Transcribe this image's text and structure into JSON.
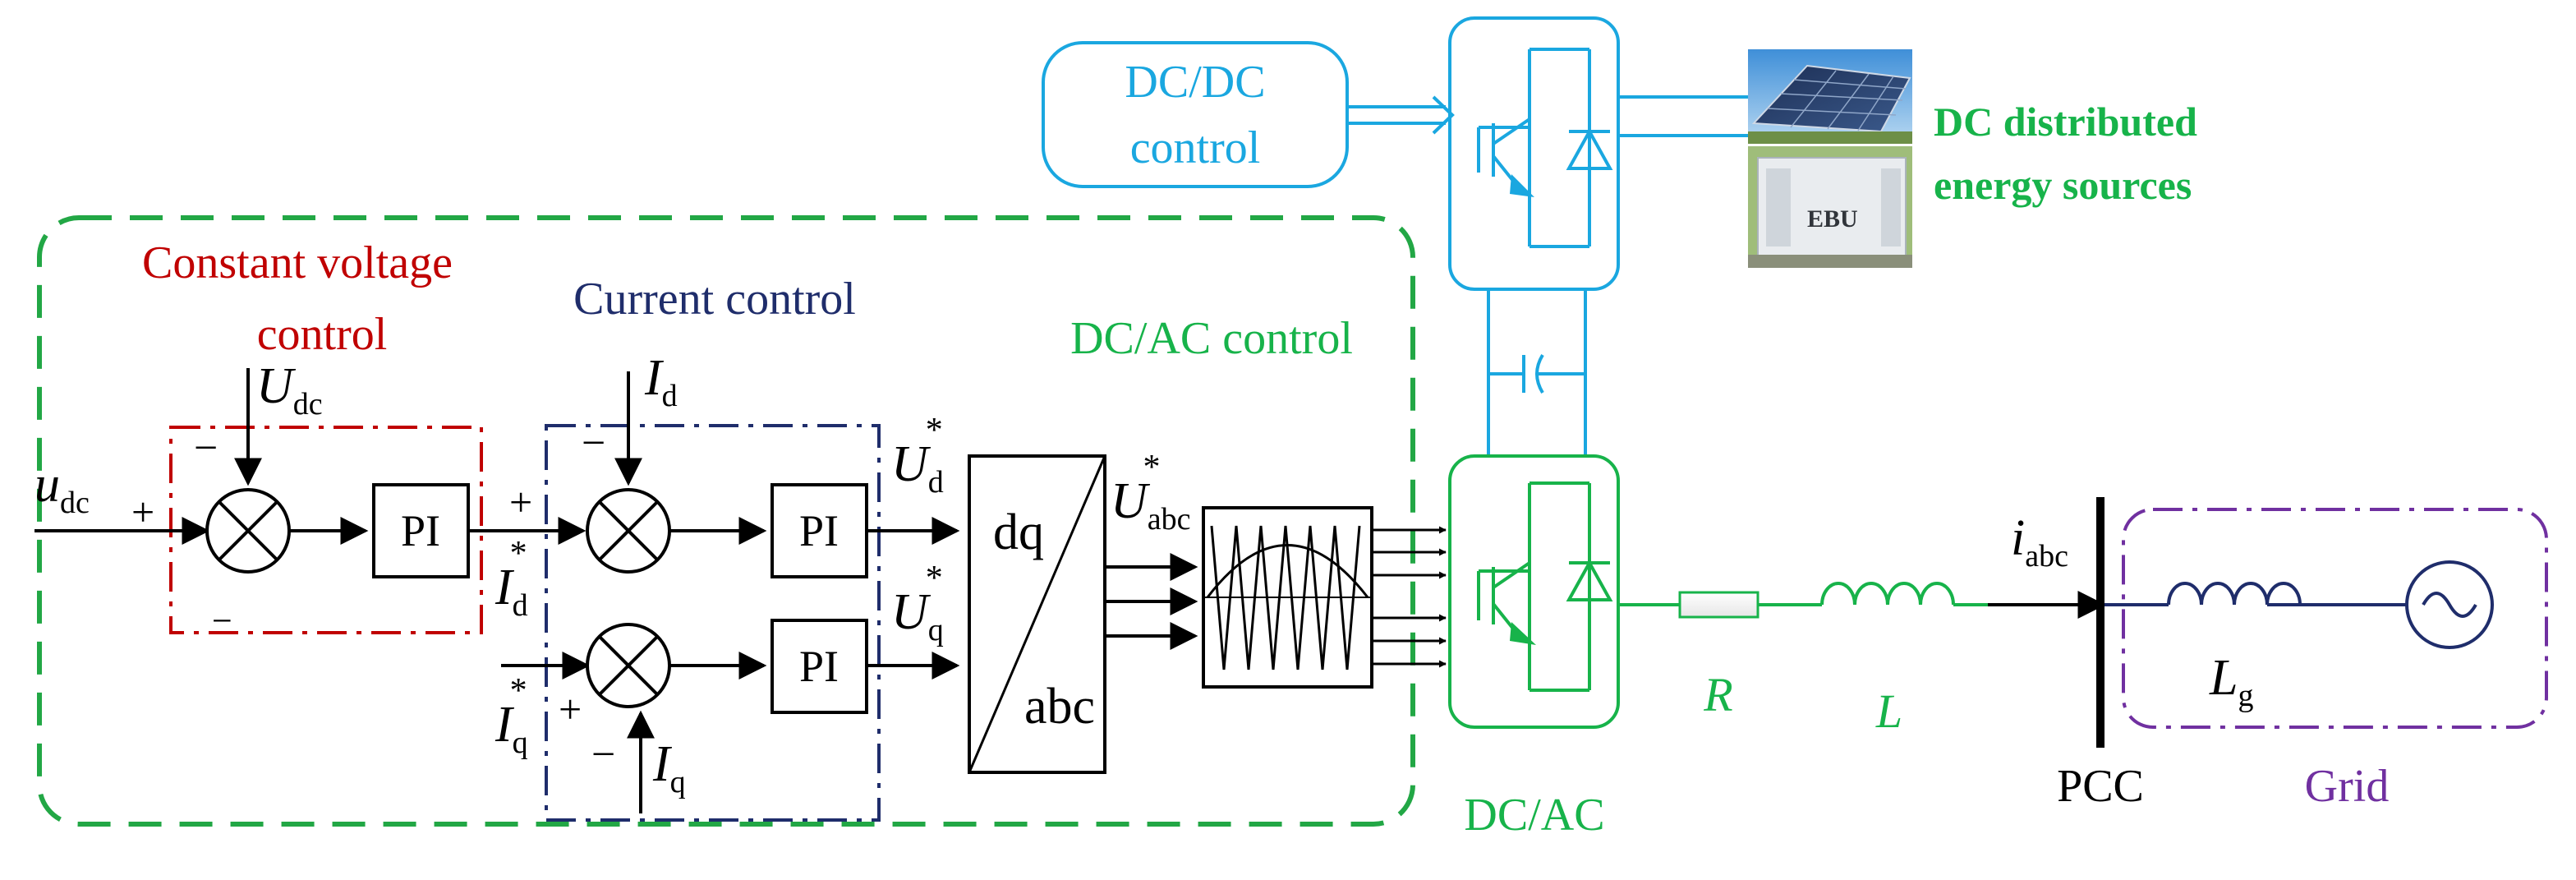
{
  "labels": {
    "dcdc_control_line1": "DC/DC",
    "dcdc_control_line2": "control",
    "dc_sources_line1": "DC distributed",
    "dc_sources_line2": "energy sources",
    "constant_voltage_line1": "Constant voltage",
    "constant_voltage_line2": "control",
    "current_control": "Current control",
    "dcac_control": "DC/AC control",
    "dcac_converter": "DC/AC",
    "pi": "PI",
    "dq": "dq",
    "abc": "abc",
    "pcc": "PCC",
    "grid": "Grid",
    "R": "R",
    "L": "L",
    "plus": "+",
    "minus": "−",
    "energy_unit_label": "EBU"
  },
  "symbols": {
    "u_dc_base": "u",
    "u_dc_sub": "dc",
    "U_dc_base": "U",
    "U_dc_sub": "dc",
    "I_d_base": "I",
    "I_d_sub": "d",
    "I_d_star_base": "I",
    "I_d_star_sub": "d",
    "I_q_star_base": "I",
    "I_q_star_sub": "q",
    "I_q_base": "I",
    "I_q_sub": "q",
    "U_d_star_base": "U",
    "U_d_star_sub": "d",
    "U_q_star_base": "U",
    "U_q_star_sub": "q",
    "U_abc_star_base": "U",
    "U_abc_star_sub": "abc",
    "i_abc_base": "i",
    "i_abc_sub": "abc",
    "L_g_base": "L",
    "L_g_sub": "g",
    "star": "*"
  },
  "colors": {
    "black": "#000000",
    "dcdc_blue": "#1aa7e0",
    "green": "#17b34a",
    "dashed_green": "#22a745",
    "red": "#c00000",
    "navy": "#1f2d6b",
    "purple": "#7030a0"
  }
}
